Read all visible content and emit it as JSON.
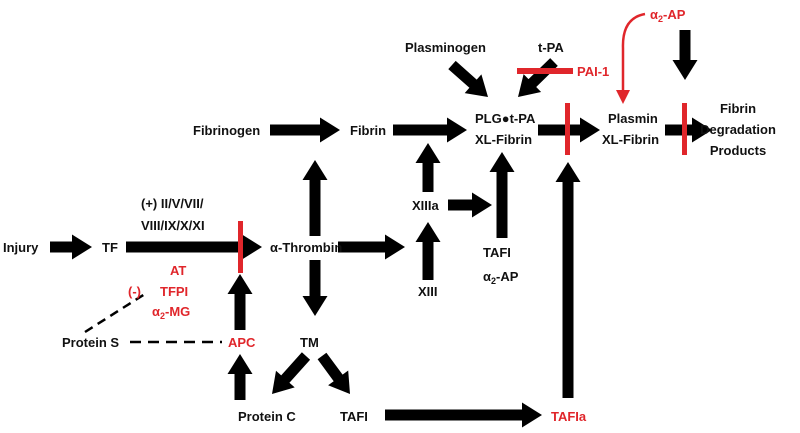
{
  "colors": {
    "text": "#111111",
    "inhibitor": "#e0262b",
    "arrow": "#000000"
  },
  "nodes": {
    "injury": "Injury",
    "tf": "TF",
    "factors_line1": "(+) II/V/VII/",
    "factors_line2": "VIII/IX/X/XI",
    "inhibitors_at": "AT",
    "inhibitors_neg": "(-)",
    "inhibitors_tfpi": "TFPI",
    "inhibitors_a2mg_alpha": "α",
    "inhibitors_a2mg_sub": "2",
    "inhibitors_a2mg_rest": "-MG",
    "protein_s": "Protein S",
    "apc": "APC",
    "protein_c": "Protein C",
    "tm": "TM",
    "tafi_bottom": "TAFI",
    "tafia": "TAFIa",
    "thrombin": "α-Thrombin",
    "fibrinogen": "Fibrinogen",
    "fibrin": "Fibrin",
    "xiiia": "XIIIa",
    "xiii": "XIII",
    "tafi_mid": "TAFI",
    "a2ap_mid_alpha": "α",
    "a2ap_mid_sub": "2",
    "a2ap_mid_rest": "-AP",
    "plasminogen": "Plasminogen",
    "tpa": "t-PA",
    "pai1": "PAI-1",
    "plg_complex_line1": "PLG●t-PA",
    "plg_complex_line2": "XL-Fibrin",
    "plasmin_line1": "Plasmin",
    "plasmin_line2": "XL-Fibrin",
    "a2ap_top_alpha": "α",
    "a2ap_top_sub": "2",
    "a2ap_top_rest": "-AP",
    "fdp_line1": "Fibrin",
    "fdp_line2": "Degradation",
    "fdp_line3": "Products"
  }
}
